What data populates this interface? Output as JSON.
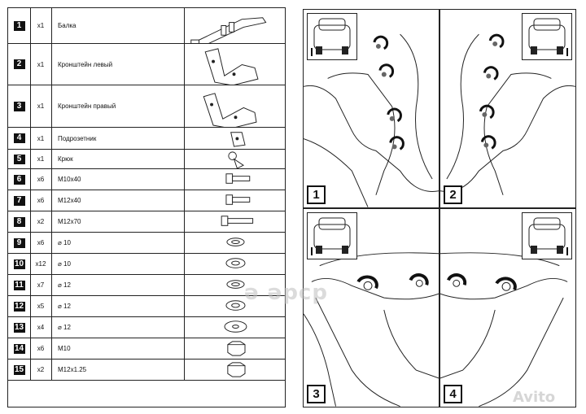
{
  "parts": [
    {
      "num": "1",
      "qty": "x1",
      "name": "Балка",
      "icon": "beam-icon"
    },
    {
      "num": "2",
      "qty": "x1",
      "name": "Кронштейн левый",
      "icon": "left-bracket-icon"
    },
    {
      "num": "3",
      "qty": "x1",
      "name": "Кронштейн правый",
      "icon": "right-bracket-icon"
    },
    {
      "num": "4",
      "qty": "x1",
      "name": "Подрозетник",
      "icon": "socket-plate-icon"
    },
    {
      "num": "5",
      "qty": "x1",
      "name": "Крюк",
      "icon": "hook-icon"
    },
    {
      "num": "6",
      "qty": "x6",
      "name": "M10x40",
      "icon": "bolt-icon"
    },
    {
      "num": "7",
      "qty": "x6",
      "name": "M12x40",
      "icon": "bolt-icon"
    },
    {
      "num": "8",
      "qty": "x2",
      "name": "M12x70",
      "icon": "long-bolt-icon"
    },
    {
      "num": "9",
      "qty": "x6",
      "name": "⌀ 10",
      "icon": "spring-washer-icon"
    },
    {
      "num": "10",
      "qty": "x12",
      "name": "⌀ 10",
      "icon": "flat-washer-icon"
    },
    {
      "num": "11",
      "qty": "x7",
      "name": "⌀ 12",
      "icon": "spring-washer-icon"
    },
    {
      "num": "12",
      "qty": "x5",
      "name": "⌀ 12",
      "icon": "flat-washer-icon"
    },
    {
      "num": "13",
      "qty": "x4",
      "name": "⌀ 12",
      "icon": "large-washer-icon"
    },
    {
      "num": "14",
      "qty": "x6",
      "name": "M10",
      "icon": "hex-nut-icon"
    },
    {
      "num": "15",
      "qty": "x2",
      "name": "M12x1.25",
      "icon": "hex-nut-icon"
    }
  ],
  "steps": [
    "1",
    "2",
    "3",
    "4"
  ],
  "watermarks": {
    "center": "ǝ ǝpcp",
    "corner": "Avito"
  },
  "colors": {
    "line": "#222222",
    "fill": "#ffffff",
    "step_badge": "#111111"
  }
}
